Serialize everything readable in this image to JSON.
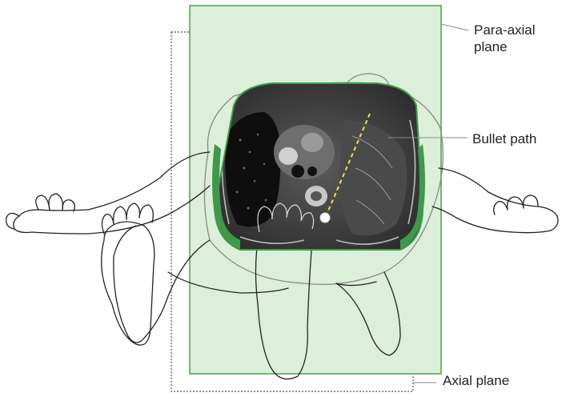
{
  "labels": {
    "para_axial_line1": "Para-axial",
    "para_axial_line2": "plane",
    "bullet_path": "Bullet path",
    "axial_plane": "Axial plane"
  },
  "colors": {
    "plane_fill": "#dcefd8",
    "plane_stroke": "#4f9f52",
    "ct_dark": "#3c3c3c",
    "bullet_path": "#f2e24a",
    "outline": "#222222",
    "leader": "#8a8a8a"
  }
}
